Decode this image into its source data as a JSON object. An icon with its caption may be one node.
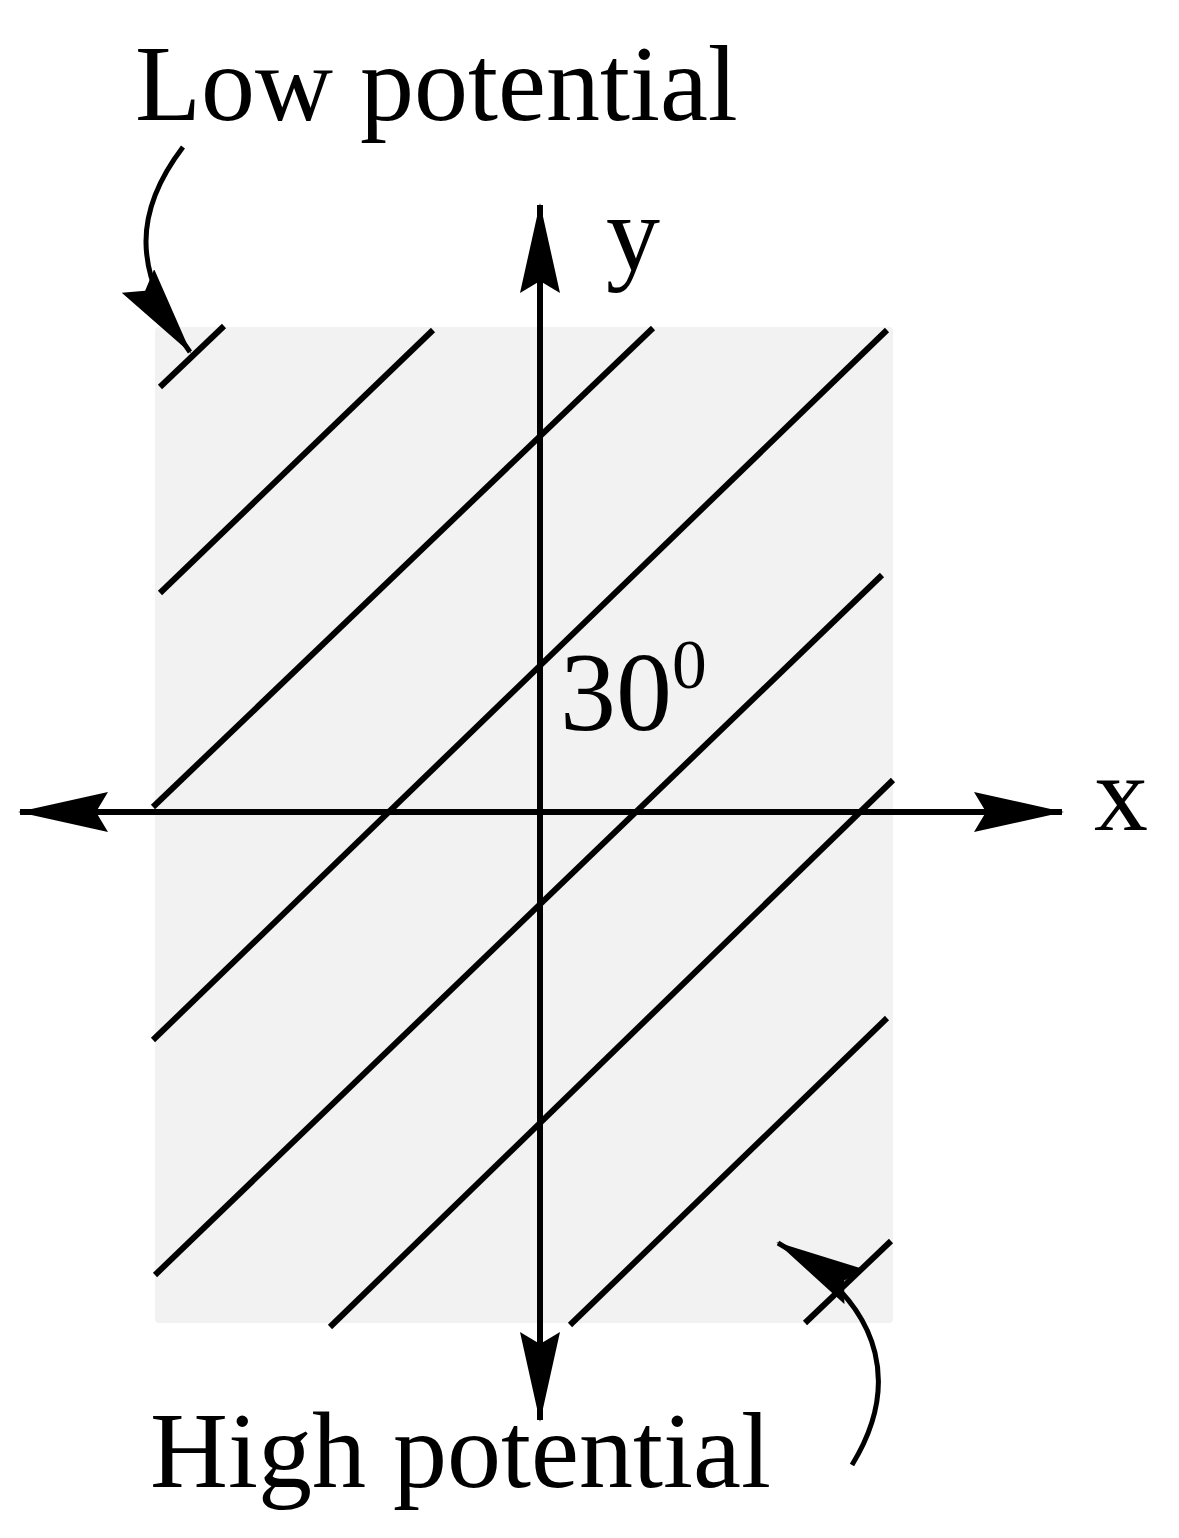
{
  "diagram": {
    "nodes": [
      {
        "text": [
          "Low potential"
        ]
      },
      {
        "text": [],
        "shape": "line"
      },
      {
        "text": [
          "High potential"
        ]
      },
      {
        "text": [],
        "shape": "line"
      }
    ],
    "edges": [
      {
        "from": 0,
        "to": 1,
        "arrow": "to"
      },
      {
        "from": 2,
        "to": 3,
        "arrow": "to"
      }
    ],
    "labels": [
      "y",
      "x",
      "30$^{0}$"
    ]
  }
}
